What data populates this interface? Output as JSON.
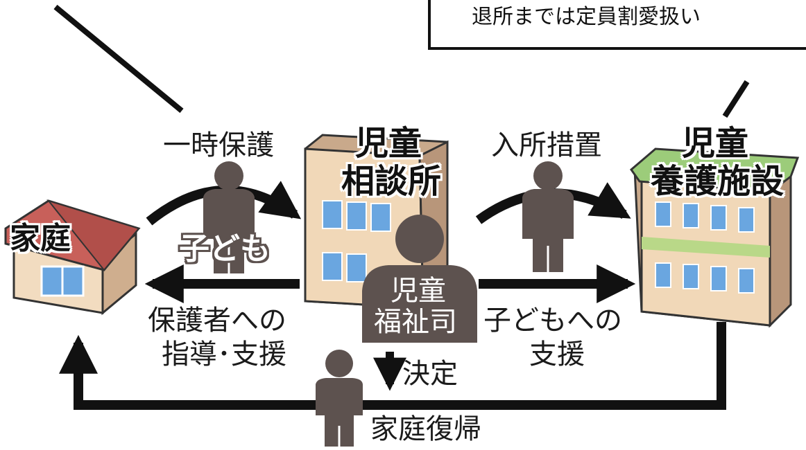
{
  "callout": {
    "text": "退所までは定員割愛扱い"
  },
  "nodes": {
    "home": {
      "label": "家庭"
    },
    "center": {
      "label_line1": "児童",
      "label_line2": "相談所"
    },
    "facility": {
      "label_line1": "児童",
      "label_line2": "養護施設"
    },
    "welfare_officer": {
      "label_line1": "児童",
      "label_line2": "福祉司"
    }
  },
  "labels": {
    "temporary_protection": "一時保護",
    "child": "子ども",
    "admission": "入所措置",
    "guardian_guidance_line1": "保護者への",
    "guardian_guidance_line2": "指導･支援",
    "child_support_line1": "子どもへの",
    "child_support_line2": "支援",
    "decision": "決定",
    "return_home": "家庭復帰"
  },
  "colors": {
    "arrow": "#111111",
    "person": "#5d524f",
    "roof_home": "#c8605a",
    "roof_facility": "#9ccc7a",
    "building": "#f1d8b8",
    "building_side": "#c9a98b",
    "window": "#6aa6e0",
    "facility_band": "#b9d888"
  }
}
